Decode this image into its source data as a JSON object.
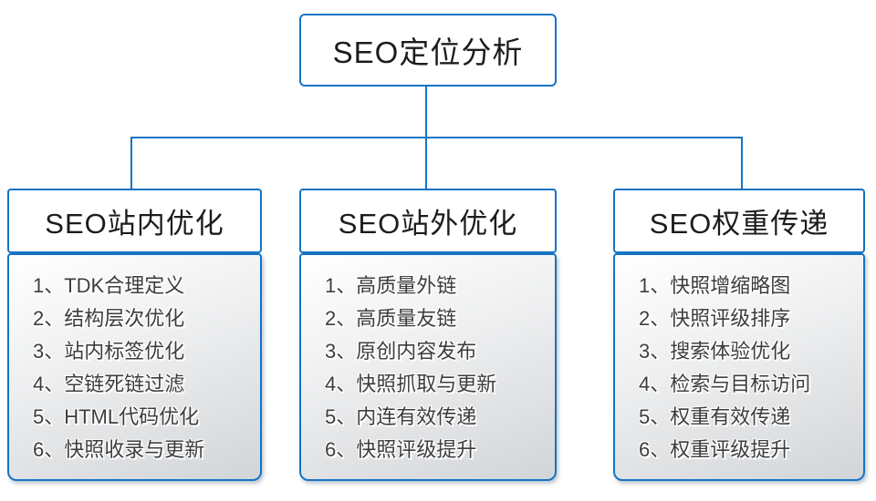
{
  "root": {
    "title": "SEO定位分析"
  },
  "colors": {
    "connector_and_border": "#1673c5",
    "header_background": "#ffffff",
    "body_gradient_top": "#ffffff",
    "body_gradient_bottom": "#d2d5d8",
    "text": "#3d3d3d"
  },
  "columns": [
    {
      "title": "SEO站内优化",
      "items": [
        "1、TDK合理定义",
        "2、结构层次优化",
        "3、站内标签优化",
        "4、空链死链过滤",
        "5、HTML代码优化",
        "6、快照收录与更新"
      ]
    },
    {
      "title": "SEO站外优化",
      "items": [
        "1、高质量外链",
        "2、高质量友链",
        "3、原创内容发布",
        "4、快照抓取与更新",
        "5、内连有效传递",
        "6、快照评级提升"
      ]
    },
    {
      "title": "SEO权重传递",
      "items": [
        "1、快照增缩略图",
        "2、快照评级排序",
        "3、搜索体验优化",
        "4、检索与目标访问",
        "5、权重有效传递",
        "6、权重评级提升"
      ]
    }
  ]
}
